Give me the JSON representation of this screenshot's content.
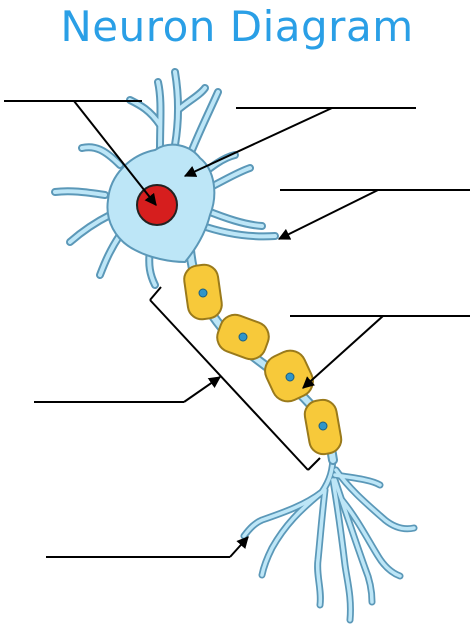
{
  "title": "Neuron Diagram",
  "colors": {
    "title": "#2a9fe6",
    "cell_fill": "#bde6f7",
    "cell_stroke": "#5b98b8",
    "nucleus": "#d61e1e",
    "myelin": "#f7c93a",
    "node": "#2f95c9",
    "line": "#000000"
  },
  "labels": [
    {
      "id": "nucleus",
      "text": ""
    },
    {
      "id": "dendrite",
      "text": ""
    },
    {
      "id": "cell-body",
      "text": ""
    },
    {
      "id": "dendrite-2",
      "text": ""
    },
    {
      "id": "myelin-sheath",
      "text": ""
    },
    {
      "id": "node-of-ranvier",
      "text": ""
    },
    {
      "id": "axon",
      "text": ""
    },
    {
      "id": "axon-terminal",
      "text": ""
    }
  ]
}
